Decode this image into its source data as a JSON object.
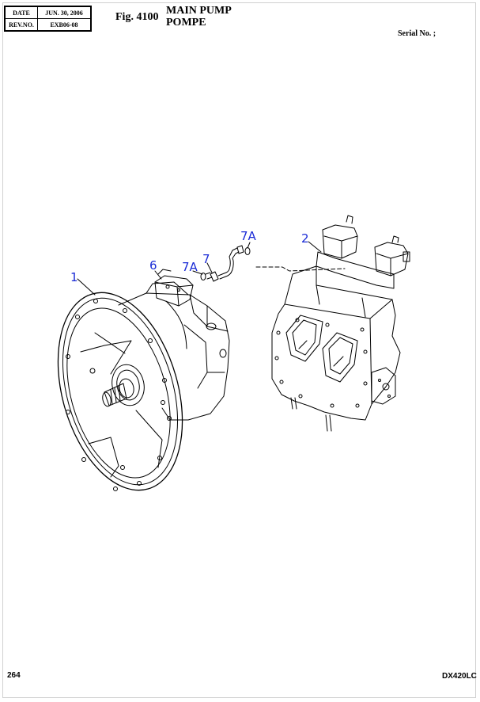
{
  "header": {
    "date_label": "DATE",
    "date_value": "JUN. 30, 2006",
    "rev_label": "REV.NO.",
    "rev_value": "EXB06-08",
    "fig_number": "Fig. 4100",
    "title_en": "MAIN PUMP",
    "title_fr": "POMPE",
    "serial_label": "Serial No. ;"
  },
  "callouts": [
    {
      "id": "c1",
      "label": "1"
    },
    {
      "id": "c2",
      "label": "2"
    },
    {
      "id": "c6",
      "label": "6"
    },
    {
      "id": "c7",
      "label": "7"
    },
    {
      "id": "c7a1",
      "label": "7A"
    },
    {
      "id": "c7a2",
      "label": "7A"
    }
  ],
  "footer": {
    "page_number": "264",
    "model": "DX420LC"
  },
  "colors": {
    "callout": "#1a2bd6",
    "line": "#000000"
  }
}
